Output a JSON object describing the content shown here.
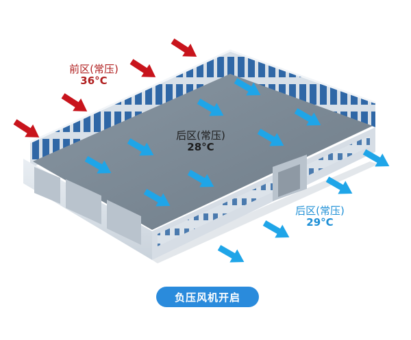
{
  "zones": {
    "front": {
      "name": "前区(常压)",
      "temp": "36°C"
    },
    "center": {
      "name": "后区(常压)",
      "temp": "28°C"
    },
    "right": {
      "name": "后区(常压)",
      "temp": "29°C"
    }
  },
  "status_badge": {
    "label": "负压风机开启"
  },
  "colors": {
    "hot_arrow": "#c8141c",
    "cool_arrow": "#1fa5e8",
    "badge_bg": "#2a8bdc",
    "roof": "#7f8c98"
  },
  "icons": {
    "inflow": "arrow-icon",
    "outflow": "arrow-icon"
  }
}
